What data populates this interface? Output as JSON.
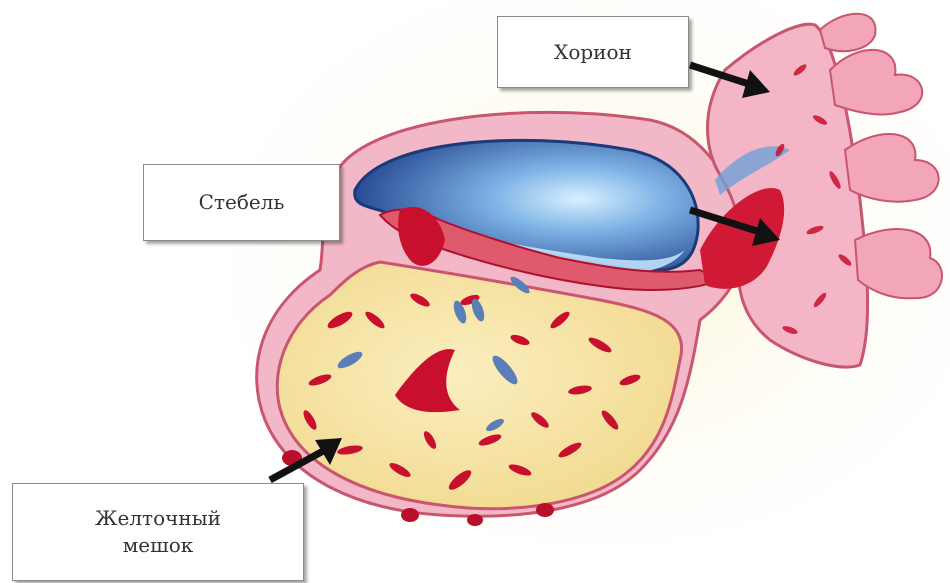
{
  "labels": {
    "chorion": "Хорион",
    "stalk": "Стебель",
    "yolk_sac_line1": "Желточный",
    "yolk_sac_line2": "мешок"
  },
  "colors": {
    "yolk": "#f7e4a3",
    "membrane_pink": "#f2b7c4",
    "membrane_edge": "#c9566e",
    "blood_red": "#c8102e",
    "cavity_blue": "#2f5fa8",
    "cavity_light": "#b9dcf5",
    "cell_blue": "#5a7fb8",
    "arrow": "#111111",
    "background_glow": "#fbf6df"
  }
}
